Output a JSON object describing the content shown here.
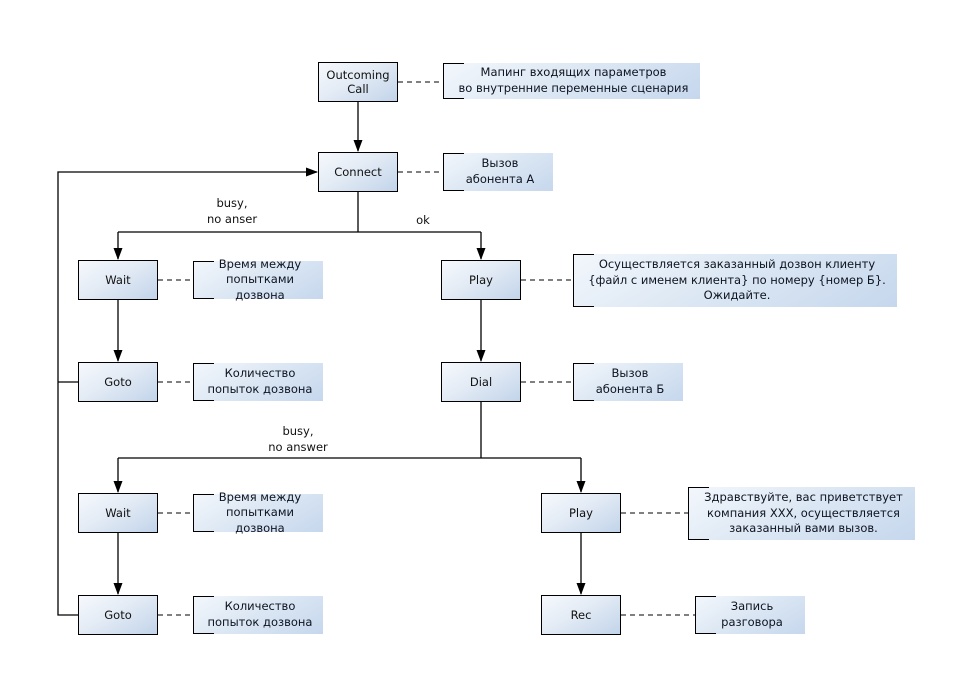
{
  "diagram": {
    "nodes": {
      "outcoming_call": "Outcoming\nCall",
      "connect": "Connect",
      "wait_top": "Wait",
      "play_top": "Play",
      "goto_top": "Goto",
      "dial": "Dial",
      "wait_bottom": "Wait",
      "play_bottom": "Play",
      "goto_bottom": "Goto",
      "rec": "Rec"
    },
    "notes": {
      "mapping": "Мапинг входящих параметров\nво внутренние переменные сценария",
      "call_a": "Вызов\nабонента А",
      "wait_top": "Время между\nпопытками дозвона",
      "play_top": "Осуществляется заказанный дозвон клиенту\n{файл с именем клиента} по номеру {номер Б}.\nОжидайте.",
      "goto_top": "Количество\nпопыток дозвона",
      "dial": "Вызов\nабонента Б",
      "wait_bottom": "Время между\nпопытками дозвона",
      "play_bottom": "Здравствуйте, вас приветствует\nкомпания XXX, осуществляется\nзаказанный вами вызов.",
      "goto_bottom": "Количество\nпопыток дозвона",
      "rec": "Запись\nразговора"
    },
    "edge_labels": {
      "connect_busy": "busy,\nno anser",
      "connect_ok": "ok",
      "dial_busy": "busy,\nno answer"
    },
    "edges": [
      {
        "from": "Outcoming Call",
        "to": "Connect",
        "style": "solid-arrow",
        "label": ""
      },
      {
        "from": "Connect",
        "to": "Wait (top)",
        "style": "solid-arrow",
        "label": "busy, no anser"
      },
      {
        "from": "Connect",
        "to": "Play (top)",
        "style": "solid-arrow",
        "label": "ok"
      },
      {
        "from": "Wait (top)",
        "to": "Goto (top)",
        "style": "solid-arrow",
        "label": ""
      },
      {
        "from": "Play (top)",
        "to": "Dial",
        "style": "solid-arrow",
        "label": ""
      },
      {
        "from": "Goto (top)",
        "to": "Connect",
        "style": "solid-arrow",
        "label": ""
      },
      {
        "from": "Dial",
        "to": "Wait (bottom)",
        "style": "solid-arrow",
        "label": "busy, no answer"
      },
      {
        "from": "Dial",
        "to": "Play (bottom)",
        "style": "solid-arrow",
        "label": ""
      },
      {
        "from": "Wait (bottom)",
        "to": "Goto (bottom)",
        "style": "solid-arrow",
        "label": ""
      },
      {
        "from": "Goto (bottom)",
        "to": "Connect",
        "style": "solid-arrow",
        "label": ""
      },
      {
        "from": "Play (bottom)",
        "to": "Rec",
        "style": "solid-arrow",
        "label": ""
      },
      {
        "from": "each node",
        "to": "its note annotation",
        "style": "dashed",
        "label": ""
      }
    ],
    "colors": {
      "shape_fill_light": "#f6f9fd",
      "shape_fill_dark": "#c2d4ea",
      "note_fill_light": "#f3f7fc",
      "note_fill_dark": "#c6d7ed",
      "stroke": "#000000",
      "background": "#ffffff"
    }
  }
}
